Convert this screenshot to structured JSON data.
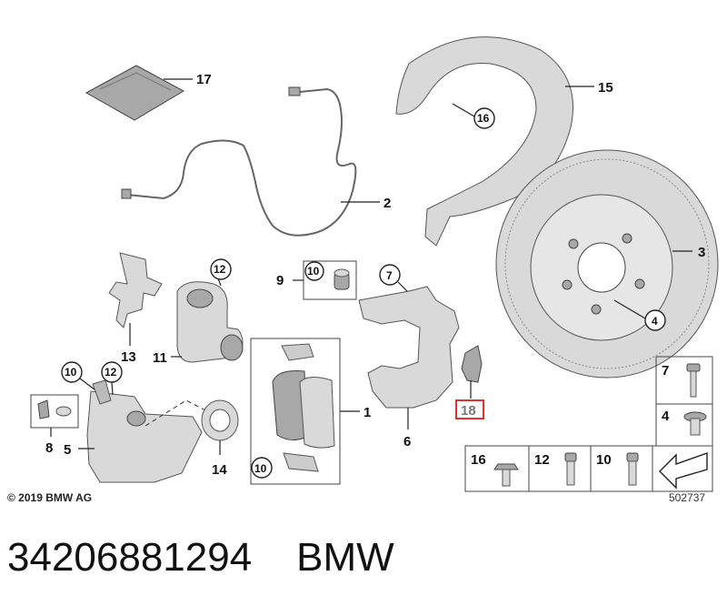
{
  "labels": {
    "p1": "1",
    "p2": "2",
    "p3": "3",
    "p4": "4",
    "p5": "5",
    "p6": "6",
    "p7": "7",
    "p8": "8",
    "p9": "9",
    "p10": "10",
    "p11": "11",
    "p12": "12",
    "p13": "13",
    "p14": "14",
    "p15": "15",
    "p16": "16",
    "p17": "17",
    "p18": "18"
  },
  "highlight_color": "#e03030",
  "copyright": "© 2019 BMW AG",
  "diagram_number": "502737",
  "caption": {
    "part_number": "34206881294",
    "brand": "BMW"
  }
}
